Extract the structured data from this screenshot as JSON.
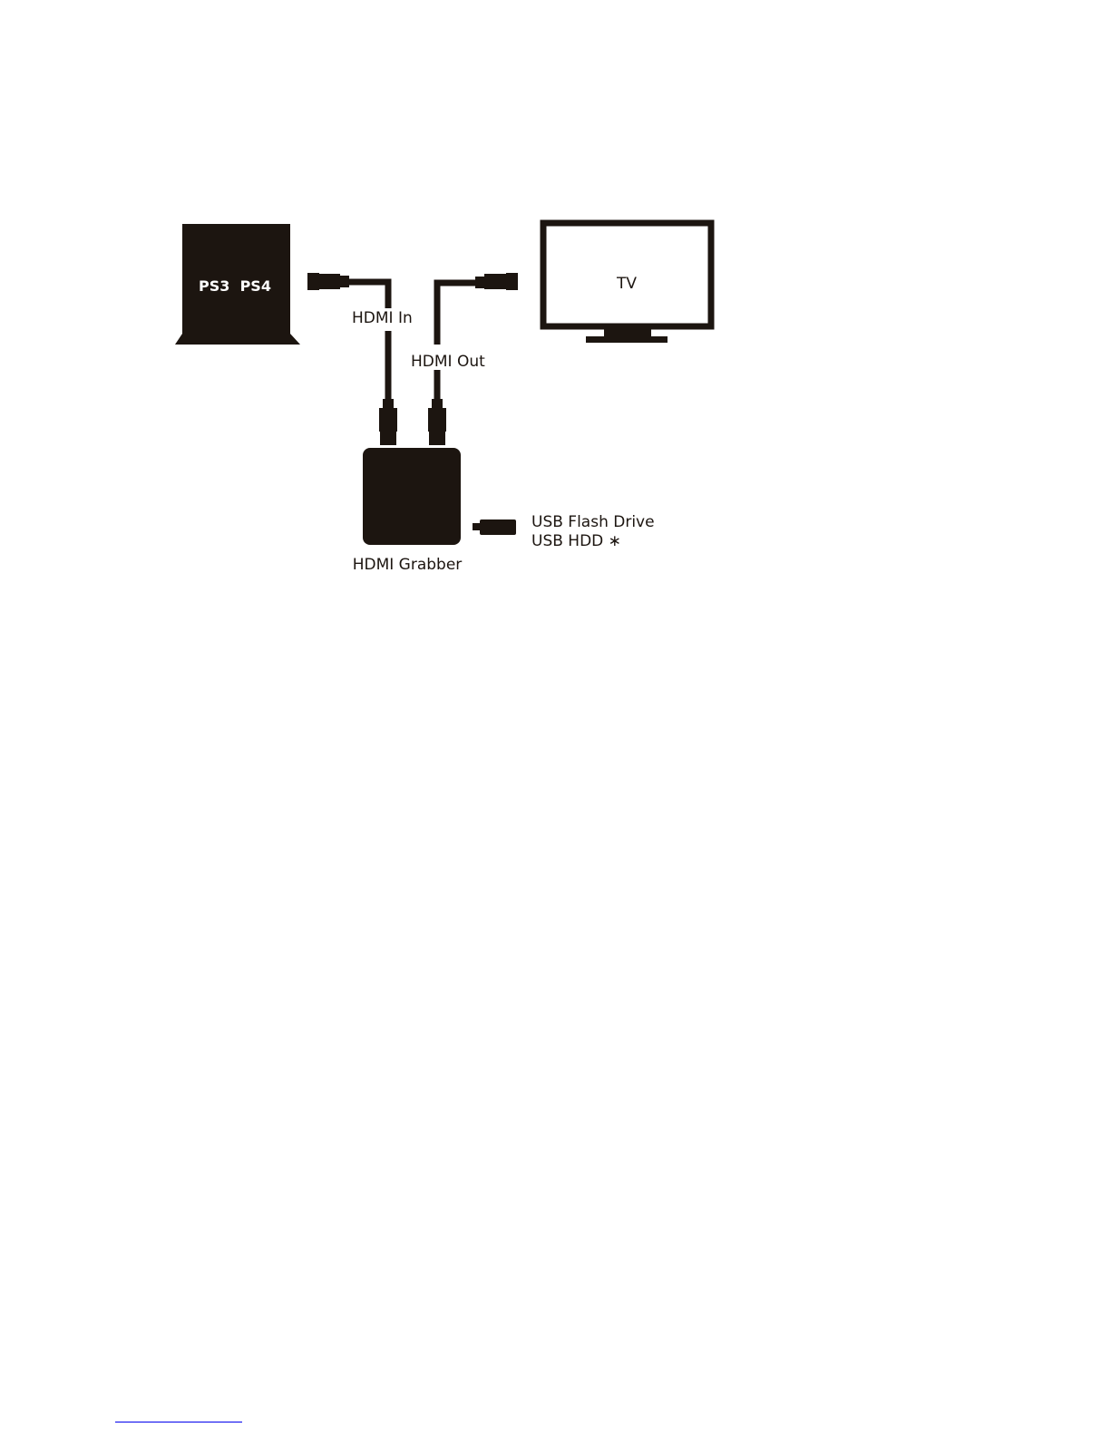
{
  "diagram": {
    "console_label": "PS3  PS4",
    "tv_label": "TV",
    "hdmi_in_label": "HDMI In",
    "hdmi_out_label": "HDMI Out",
    "grabber_label": "HDMI Grabber",
    "usb_line1": "USB Flash Drive",
    "usb_line2": "USB HDD ∗"
  },
  "colors": {
    "ink": "#1c1510",
    "link": "#0000ee"
  }
}
